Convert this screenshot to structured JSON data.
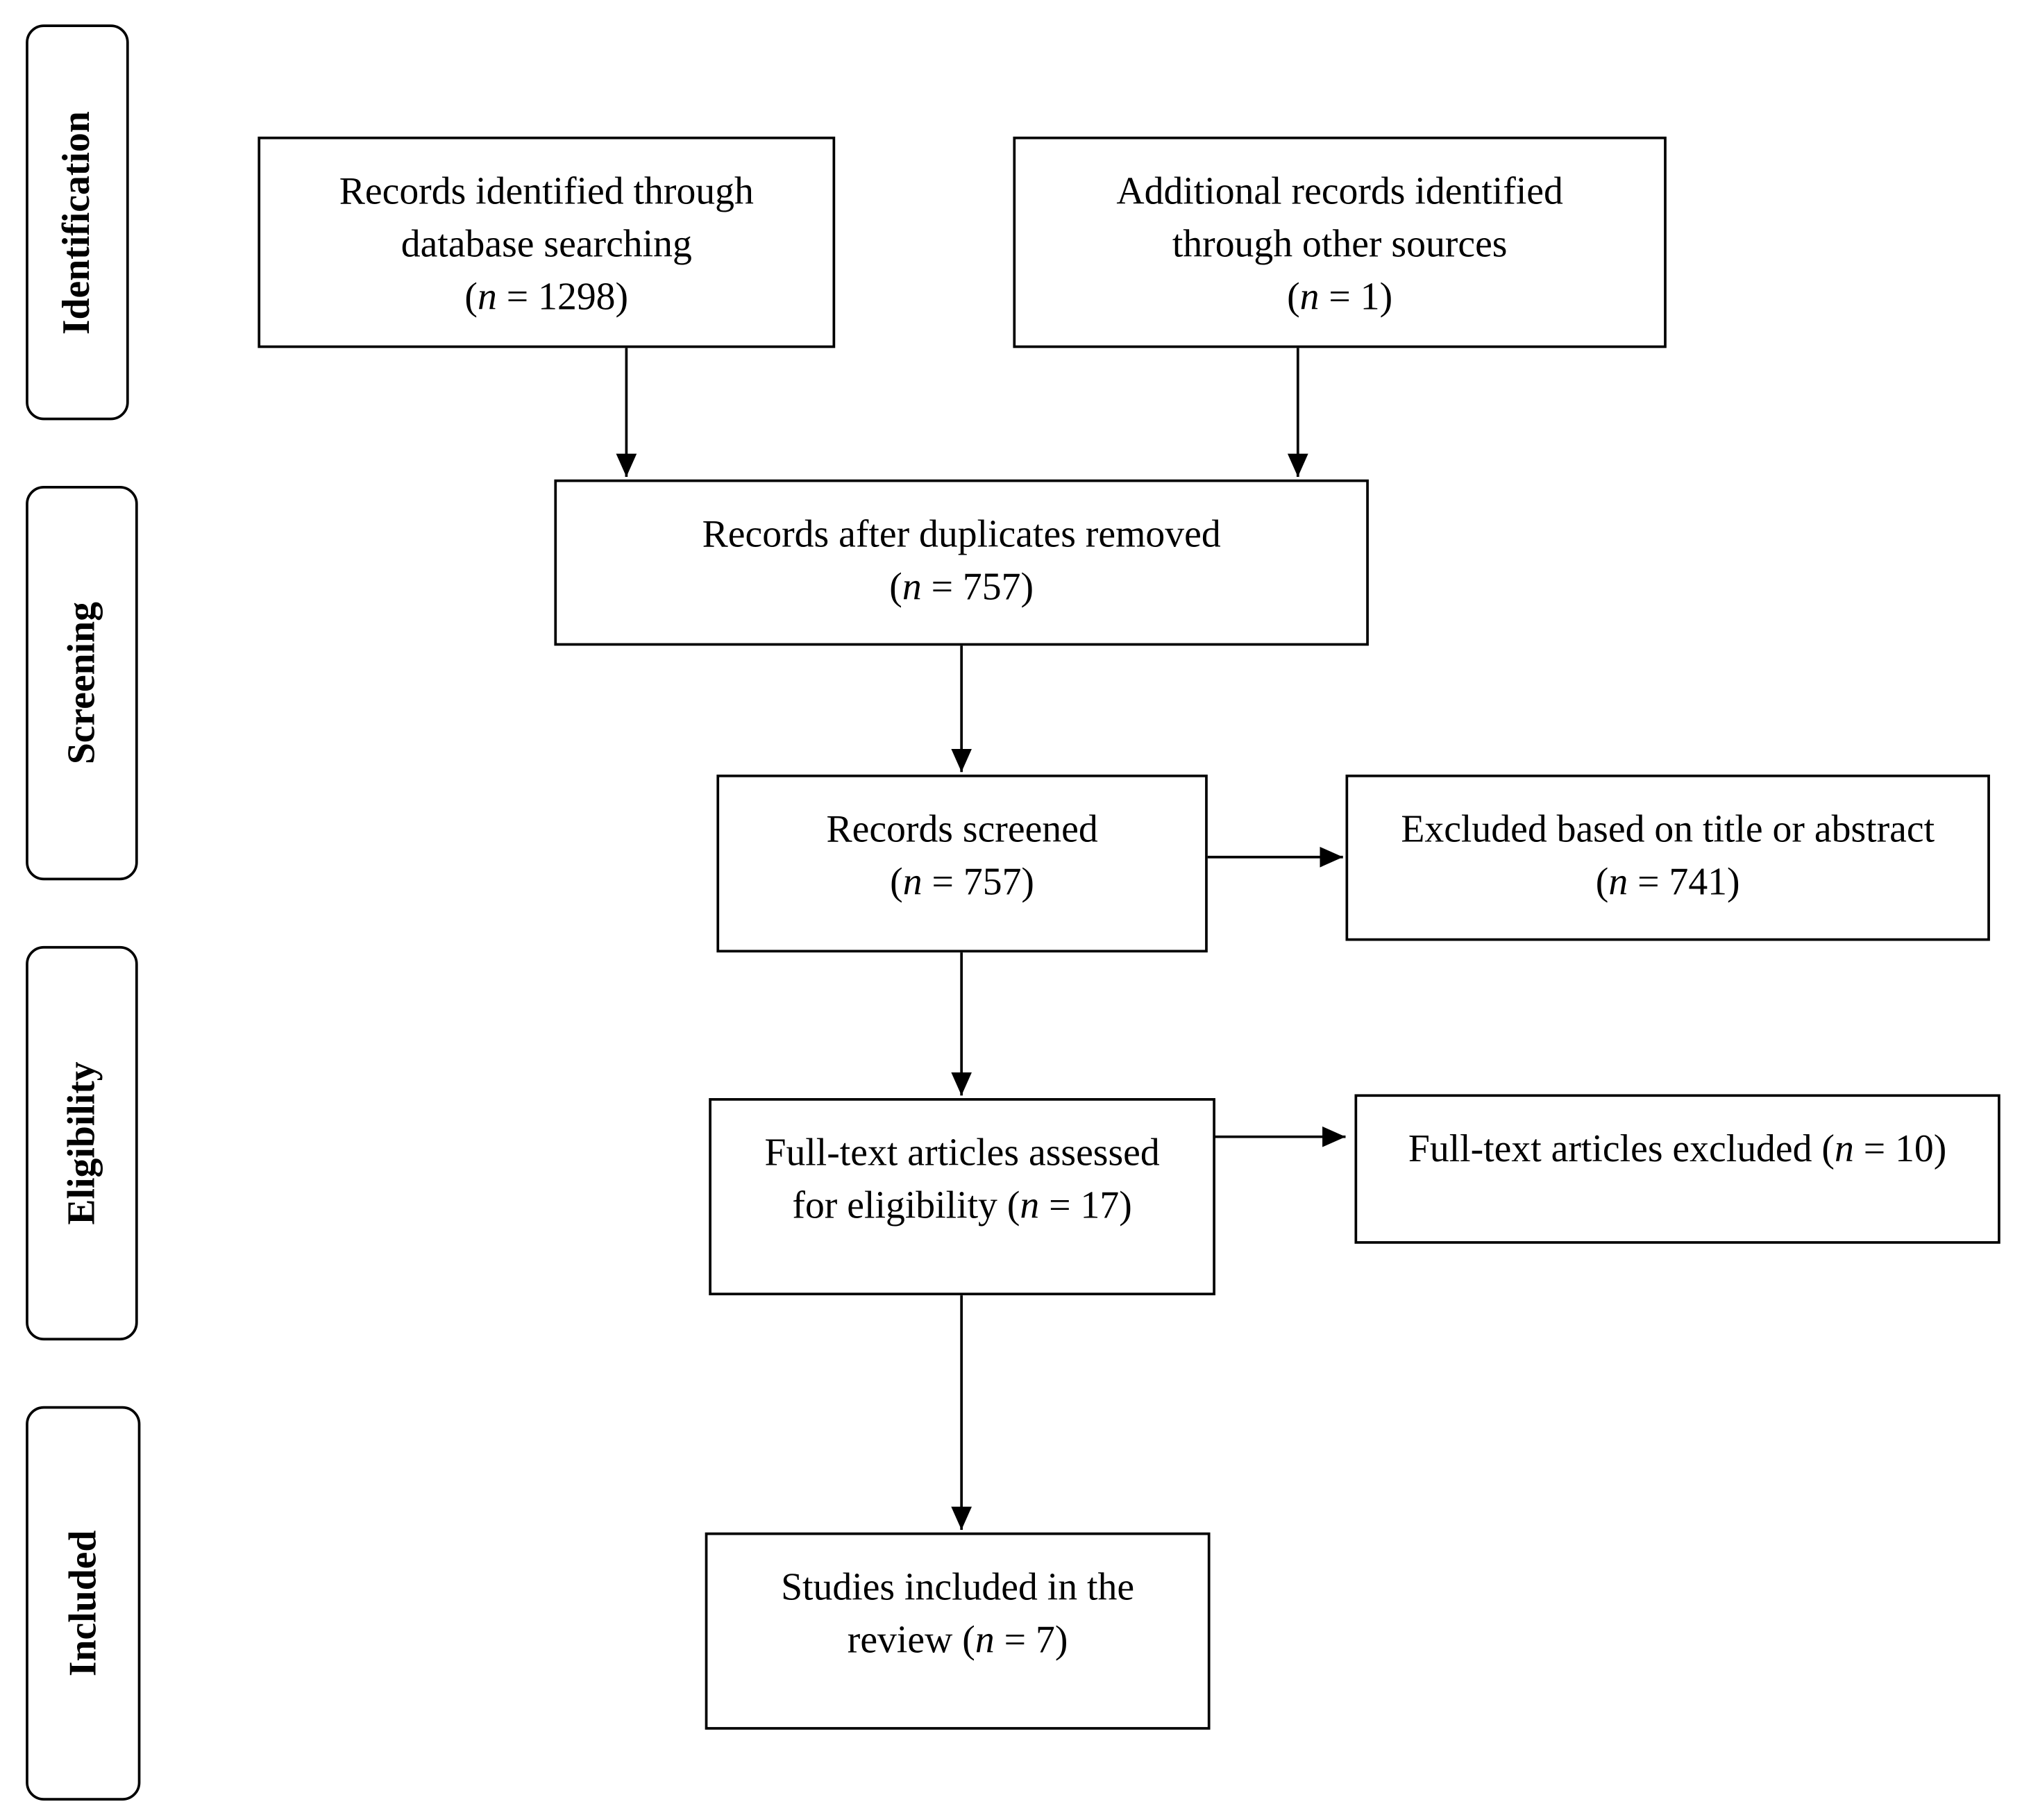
{
  "stages": [
    {
      "id": "identification",
      "label": "Identification"
    },
    {
      "id": "screening",
      "label": "Screening"
    },
    {
      "id": "eligibility",
      "label": "Eligibility"
    },
    {
      "id": "included",
      "label": "Included"
    }
  ],
  "boxes": {
    "database_records": {
      "lines": [
        "Records identified through",
        "database searching"
      ],
      "count_prefix": "(",
      "n_symbol": "n",
      "count_suffix": " = 1298)"
    },
    "other_sources": {
      "lines": [
        "Additional records identified",
        "through other sources"
      ],
      "count_prefix": "(",
      "n_symbol": "n",
      "count_suffix": " = 1)"
    },
    "after_duplicates": {
      "lines": [
        "Records after duplicates removed"
      ],
      "count_prefix": "(",
      "n_symbol": "n",
      "count_suffix": " = 757)"
    },
    "screened": {
      "lines": [
        "Records screened"
      ],
      "count_prefix": "(",
      "n_symbol": "n",
      "count_suffix": " = 757)"
    },
    "excluded_title_abstract": {
      "lines": [
        "Excluded based on title or abstract"
      ],
      "count_prefix": "(",
      "n_symbol": "n",
      "count_suffix": " = 741)"
    },
    "fulltext_assessed": {
      "lines": [
        "Full-text articles assessed"
      ],
      "last_line_text": "for eligibility (",
      "n_symbol": "n",
      "count_suffix": " = 17)"
    },
    "fulltext_excluded": {
      "last_line_text": "Full-text articles excluded (",
      "n_symbol": "n",
      "count_suffix": " = 10)"
    },
    "studies_included": {
      "lines": [
        "Studies included in the"
      ],
      "last_line_text": "review (",
      "n_symbol": "n",
      "count_suffix": " = 7)"
    }
  }
}
